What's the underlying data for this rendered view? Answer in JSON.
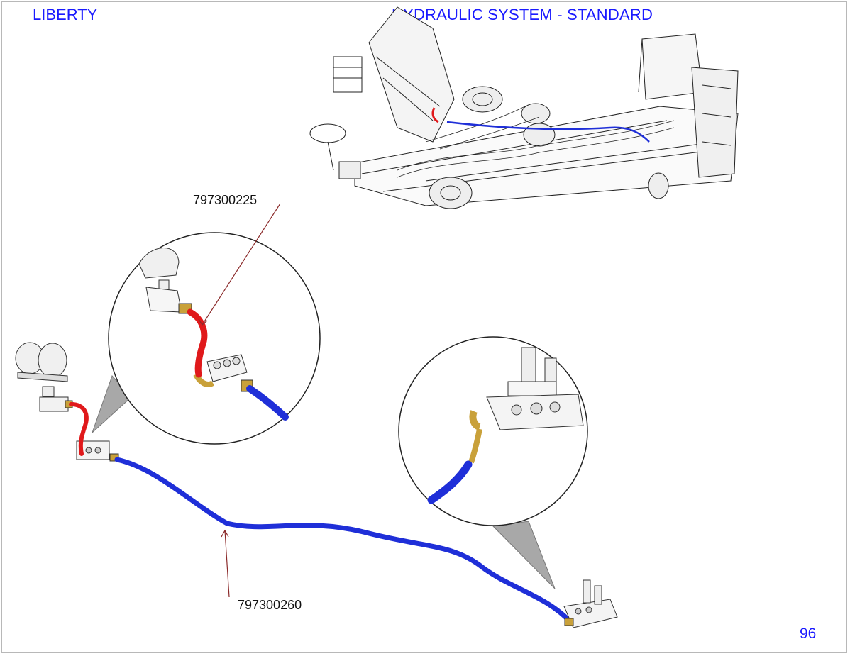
{
  "header": {
    "brand": "LIBERTY",
    "title": "HYDRAULIC SYSTEM - STANDARD"
  },
  "parts": [
    {
      "number": "797300225",
      "color": "#e0191b"
    },
    {
      "number": "797300260",
      "color": "#1f2fd8"
    }
  ],
  "page_number": "96",
  "colors": {
    "heading": "#1a1aff",
    "hose_red": "#e0191b",
    "hose_blue": "#1f2fd8",
    "leader": "#8b2a2a",
    "fitting": "#c9a13a"
  }
}
